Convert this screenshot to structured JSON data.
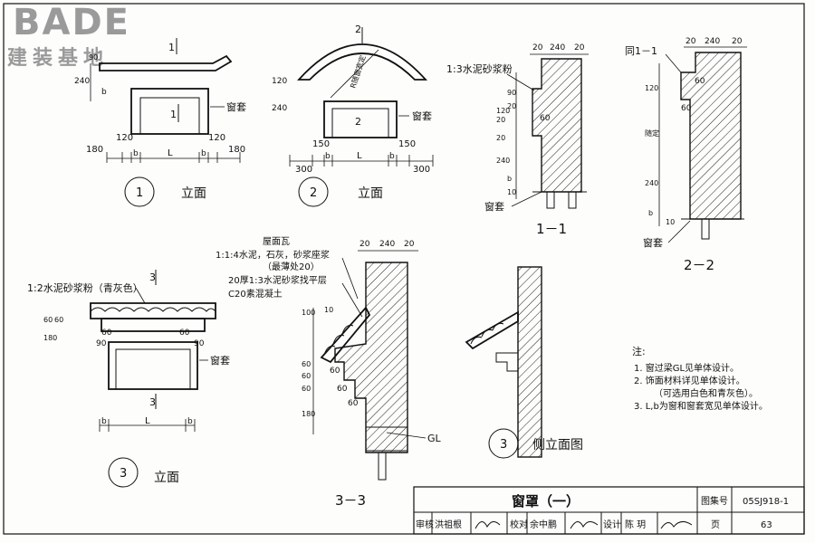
{
  "logo": {
    "main": "BADE",
    "sub": "建装基地"
  },
  "views": {
    "v1": {
      "number": "1",
      "caption": "立面",
      "section_mark": "1",
      "note": "窗套",
      "dims_h": [
        "180",
        "120",
        "b",
        "L",
        "b",
        "120",
        "180"
      ],
      "dims_v": [
        "240",
        "b",
        "90"
      ]
    },
    "v2": {
      "number": "2",
      "caption": "立面",
      "section_mark": "2",
      "note": "窗套",
      "arc_text": "R随窗宽定",
      "dims_h": [
        "300",
        "150",
        "b",
        "L",
        "b",
        "150",
        "300"
      ],
      "dims_v": [
        "120",
        "240"
      ]
    },
    "v3": {
      "number": "3",
      "caption": "立面",
      "section_mark": "3",
      "note_top": "1:2水泥砂浆粉（青灰色）",
      "note": "窗套",
      "dims_h": [
        "b",
        "L",
        "b"
      ],
      "dims_v": [
        "60",
        "60",
        "180"
      ],
      "dims_small": [
        "60",
        "90",
        "60",
        "90"
      ]
    },
    "s11": {
      "title": "1－1",
      "note_top": "1:3水泥砂浆粉",
      "note_bottom": "窗套",
      "dims_top": [
        "20",
        "240",
        "20"
      ],
      "dims_v": [
        "90",
        "20",
        "20",
        "120",
        "240",
        "20",
        "b",
        "10"
      ],
      "dim_in": "60"
    },
    "s22": {
      "title": "2－2",
      "note_top": "同1－1",
      "note_bottom": "窗套",
      "dims_top": [
        "20",
        "240",
        "20"
      ],
      "dims_v": [
        "120",
        "随定",
        "240",
        "b",
        "10"
      ],
      "dims_in": [
        "60",
        "60"
      ]
    },
    "s33": {
      "title": "3－3",
      "dims_top": [
        "20",
        "240",
        "20"
      ],
      "notes": [
        "屋面瓦",
        "1:1:4水泥，石灰，砂浆座浆",
        "（最薄处20）",
        "20厚1:3水泥砂浆找平层",
        "C20素混凝土"
      ],
      "gl": "GL",
      "dims_v": [
        "100",
        "10",
        "60",
        "60",
        "60",
        "180"
      ],
      "dims_h": [
        "60",
        "60",
        "60"
      ]
    },
    "side": {
      "number": "3",
      "caption": "侧立面图"
    }
  },
  "notes": {
    "heading": "注:",
    "items": [
      "1. 窗过梁GL见单体设计。",
      "2. 饰面材料详见单体设计。",
      "（可选用白色和青灰色）。",
      "3. L,b为窗和窗套宽见单体设计。"
    ]
  },
  "title_block": {
    "title": "窗罩（一）",
    "atlas_label": "图集号",
    "atlas_no": "05SJ918-1",
    "review_label": "审核",
    "reviewer": "洪祖根",
    "check_label": "校对",
    "checker": "余中鹏",
    "design_label": "设计",
    "designer": "陈 玥",
    "page_label": "页",
    "page_no": "63"
  }
}
